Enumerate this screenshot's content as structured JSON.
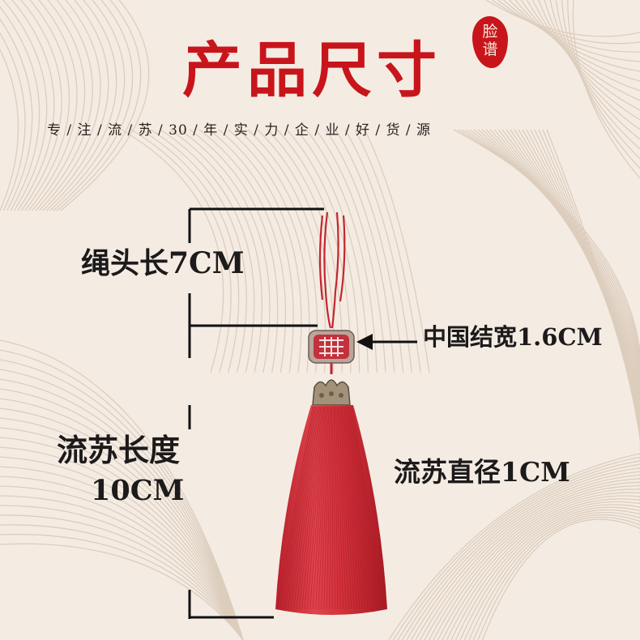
{
  "header": {
    "title": "产品尺寸",
    "seal_text": [
      "脸",
      "谱"
    ],
    "slogan": "专 / 注 / 流 / 苏 / 30 / 年 / 实 / 力 / 企 / 业 / 好 / 货 / 源"
  },
  "labels": {
    "rope_length": "绳头长7CM",
    "knot_width": "中国结宽1.6CM",
    "tassel_length_line1": "流苏长度",
    "tassel_length_line2": "10CM",
    "tassel_diameter": "流苏直径1CM"
  },
  "colors": {
    "title_red": "#c8151b",
    "tassel_red": "#d8323a",
    "background": "#f4ece3",
    "pattern_line": "#d9c9b8",
    "bracket": "#111111"
  }
}
